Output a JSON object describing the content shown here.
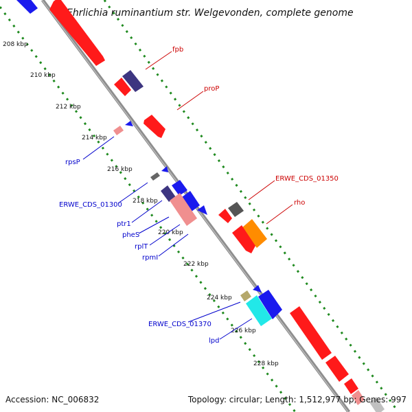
{
  "title": "Ehrlichia ruminantium str. Welgevonden, complete genome",
  "footer": {
    "accession": "Accession: NC_006832",
    "topology": "Topology: circular; Length: 1,512,977 bp; Genes: 997"
  },
  "ticks": [
    "208 kbp",
    "210 kbp",
    "212 kbp",
    "214 kbp",
    "216 kbp",
    "218 kbp",
    "220 kbp",
    "222 kbp",
    "224 kbp",
    "226 kbp",
    "228 kbp"
  ],
  "labels": {
    "fpb": "fpb",
    "proP": "proP",
    "rpsP": "rpsP",
    "erwe_01350": "ERWE_CDS_01350",
    "erwe_01300": "ERWE_CDS_01300",
    "rho": "rho",
    "ptr1": "ptr1",
    "pheS": "pheS",
    "rplT": "rplT",
    "rpmI": "rpmI",
    "erwe_01370": "ERWE_CDS_01370",
    "lpd": "lpd"
  },
  "colors": {
    "forward_label": "#cc0000",
    "reverse_label": "#0000cc",
    "gene_red": "#ff1a1a",
    "gene_blue": "#1a1aee",
    "gene_navy": "#3d3580",
    "gene_pink": "#f08f8f",
    "gene_orange": "#ff8c00",
    "gene_gray": "#555555",
    "gene_cyan": "#22e8e8",
    "gene_khaki": "#b5a86b",
    "backbone": "#888888",
    "dots": "#1f8a1f"
  }
}
